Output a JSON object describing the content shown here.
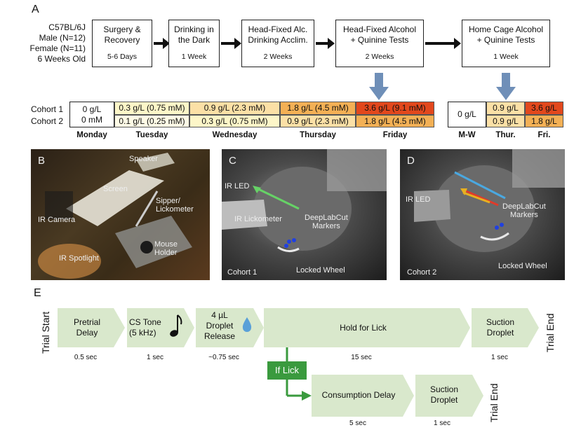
{
  "panel_a": {
    "letter": "A",
    "subjects": [
      "C57BL/6J",
      "Male (N=12)",
      "Female (N=11)",
      "6 Weeks Old"
    ],
    "stages": [
      {
        "title": [
          "Surgery &",
          "Recovery"
        ],
        "duration": "5-6 Days"
      },
      {
        "title": [
          "Drinking in",
          "the Dark"
        ],
        "duration": "1 Week"
      },
      {
        "title": [
          "Head-Fixed Alc.",
          "Drinking Acclim."
        ],
        "duration": "2 Weeks"
      },
      {
        "title": [
          "Head-Fixed Alcohol",
          "+ Quinine Tests"
        ],
        "duration": "2 Weeks"
      },
      {
        "title": [
          "Home Cage Alcohol",
          "+ Quinine Tests"
        ],
        "duration": "1 Week"
      }
    ],
    "cohorts": [
      "Cohort 1",
      "Cohort 2"
    ],
    "headfixed_table": {
      "days": [
        "Monday",
        "Tuesday",
        "Wednesday",
        "Thursday",
        "Friday"
      ],
      "monday": [
        "0 g/L",
        "0 mM"
      ],
      "cohort1": [
        "0.3 g/L (0.75 mM)",
        "0.9 g/L (2.3 mM)",
        "1.8 g/L (4.5 mM)",
        "3.6 g/L (9.1 mM)"
      ],
      "cohort2": [
        "0.1 g/L (0.25 mM)",
        "0.3 g/L (0.75 mM)",
        "0.9 g/L (2.3 mM)",
        "1.8 g/L (4.5 mM)"
      ]
    },
    "homecage_table": {
      "days": [
        "M-W",
        "Thur.",
        "Fri."
      ],
      "mw": "0 g/L",
      "cohort1": [
        "0.9 g/L",
        "3.6 g/L"
      ],
      "cohort2": [
        "0.9 g/L",
        "1.8 g/L"
      ]
    },
    "colors": {
      "c_0_3": "#fdf6c8",
      "c_0_1": "#fffbe6",
      "c_0_9": "#fbe0a6",
      "c_1_8": "#f3b055",
      "c_3_6": "#e2481d",
      "arrow_blue": "#6f8fb8"
    }
  },
  "panel_b": {
    "letter": "B",
    "labels": [
      "Speaker",
      "Screen",
      "Sipper/",
      "Lickometer",
      "IR Camera",
      "Mouse",
      "Holder",
      "IR Spotlight"
    ]
  },
  "panel_c": {
    "letter": "C",
    "labels": [
      "IR LED",
      "IR Lickometer",
      "DeepLabCut",
      "Markers",
      "Locked Wheel",
      "Cohort 1"
    ]
  },
  "panel_d": {
    "letter": "D",
    "labels": [
      "IR LED",
      "DeepLabCut",
      "Markers",
      "Locked Wheel",
      "Cohort 2"
    ]
  },
  "panel_e": {
    "letter": "E",
    "trial_start": "Trial Start",
    "trial_end": "Trial End",
    "steps": [
      {
        "label": [
          "Pretrial",
          "Delay"
        ],
        "duration": "0.5 sec"
      },
      {
        "label": [
          "CS  Tone",
          "(5 kHz)"
        ],
        "duration": "1 sec"
      },
      {
        "label": [
          "4 µL",
          "Droplet",
          "Release"
        ],
        "duration": "~0.75 sec"
      },
      {
        "label": [
          "Hold for Lick"
        ],
        "duration": "15 sec"
      },
      {
        "label": [
          "Suction",
          "Droplet"
        ],
        "duration": "1 sec"
      }
    ],
    "if_lick": "If Lick",
    "branch": [
      {
        "label": [
          "Consumption Delay"
        ],
        "duration": "5 sec"
      },
      {
        "label": [
          "Suction",
          "Droplet"
        ],
        "duration": "1 sec"
      }
    ],
    "colors": {
      "chevron": "#d9e8cc",
      "arrow": "#3a9a3e"
    }
  }
}
